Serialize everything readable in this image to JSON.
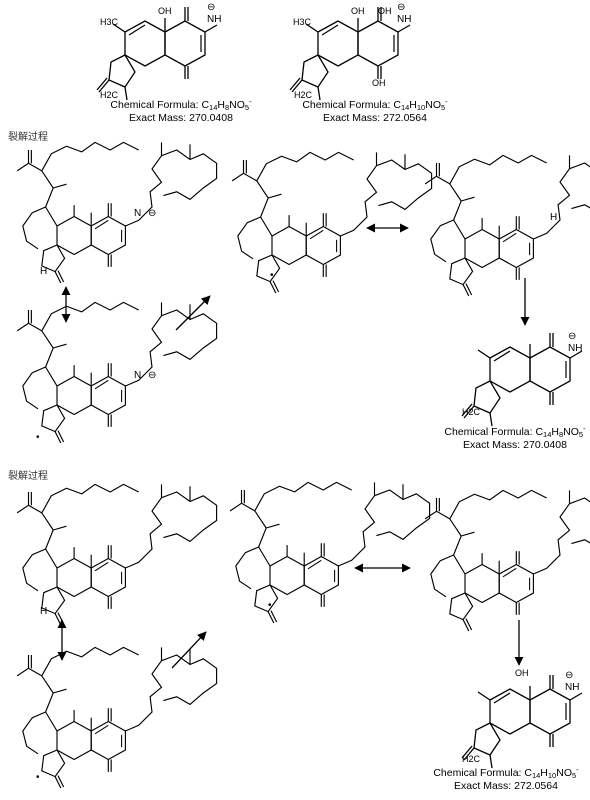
{
  "headings": {
    "process_top": "裂解过程",
    "process_bottom": "裂解过程"
  },
  "captions": [
    {
      "formula_prefix": "Chemical Formula: C",
      "c": "14",
      "h": "8",
      "mid": "NO",
      "o": "5",
      "charge": "-",
      "mass": "Exact Mass: 270.0408"
    },
    {
      "formula_prefix": "Chemical Formula: C",
      "c": "14",
      "h": "10",
      "mid": "NO",
      "o": "5",
      "charge": "-",
      "mass": "Exact Mass: 272.0564"
    },
    {
      "formula_prefix": "Chemical Formula: C",
      "c": "14",
      "h": "8",
      "mid": "NO",
      "o": "5",
      "charge": "-",
      "mass": "Exact Mass: 270.0408"
    },
    {
      "formula_prefix": "Chemical Formula: C",
      "c": "14",
      "h": "10",
      "mid": "NO",
      "o": "5",
      "charge": "-",
      "mass": "Exact Mass: 272.0564"
    }
  ],
  "atom_labels": {
    "methyl": "H3C",
    "hydroxyl": "OH",
    "oxygen": "O",
    "imine": "NH",
    "amide_n": "N",
    "methylene": "H2C",
    "h_methylene": "H",
    "h_abstract": "H",
    "anion": "⊖",
    "radical": "•"
  }
}
